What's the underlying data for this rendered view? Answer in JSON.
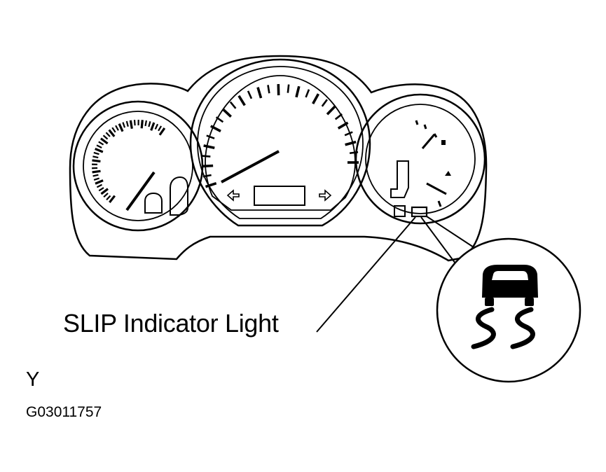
{
  "figure": {
    "callout_label": "SLIP Indicator Light",
    "view_letter": "Y",
    "figure_code": "G03011757",
    "icon": "slip-indicator-icon"
  }
}
